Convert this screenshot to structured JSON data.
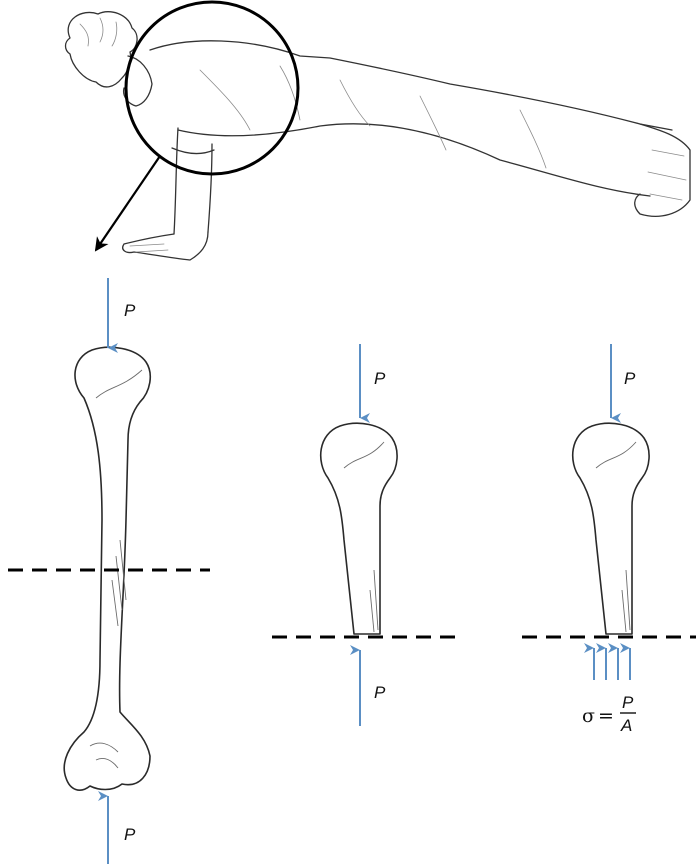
{
  "diagram": {
    "force_symbol": "P",
    "stress_formula": {
      "lhs": "σ",
      "equals": "=",
      "numerator": "P",
      "denominator": "A"
    }
  },
  "colors": {
    "force_arrow": "#5b8fc4",
    "cut_line": "#000000",
    "outline": "#2a2a2a"
  },
  "icons": {
    "figure": "push-up-person-sketch",
    "zoom": "magnifier-circle",
    "bone": "humerus-bone"
  }
}
